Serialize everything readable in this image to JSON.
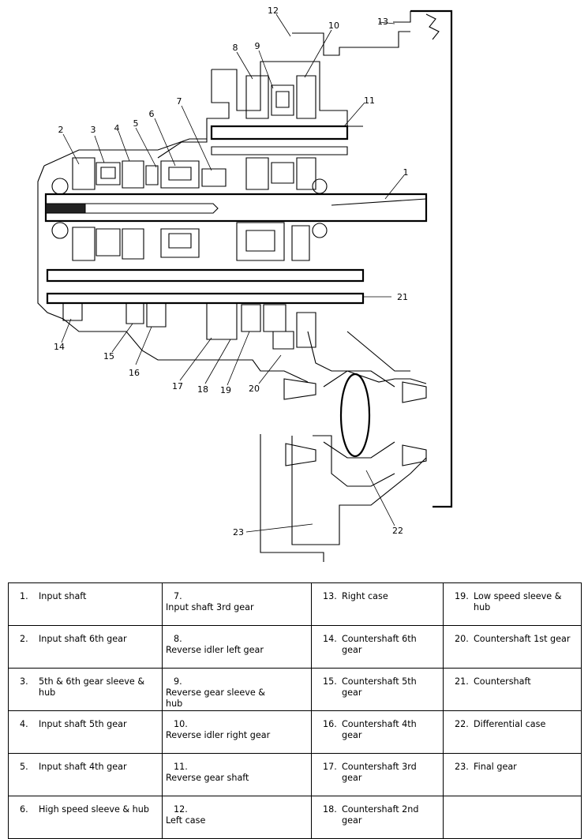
{
  "callouts": [
    "1",
    "2",
    "3",
    "4",
    "5",
    "6",
    "7",
    "8",
    "9",
    "10",
    "11",
    "12",
    "13",
    "14",
    "15",
    "16",
    "17",
    "18",
    "19",
    "20",
    "21",
    "22",
    "23"
  ],
  "legend": [
    [
      {
        "num": "1.",
        "label": "Input shaft"
      },
      {
        "num": "7.",
        "label": "Input shaft 3rd gear"
      },
      {
        "num": "13.",
        "label": "Right case"
      },
      {
        "num": "19.",
        "label": "Low speed sleeve & hub"
      }
    ],
    [
      {
        "num": "2.",
        "label": "Input shaft 6th gear"
      },
      {
        "num": "8.",
        "label": "Reverse idler left gear"
      },
      {
        "num": "14.",
        "label": "Countershaft 6th gear"
      },
      {
        "num": "20.",
        "label": "Countershaft 1st gear"
      }
    ],
    [
      {
        "num": "3.",
        "label": "5th & 6th gear sleeve & hub"
      },
      {
        "num": "9.",
        "label": "Reverse gear sleeve & hub"
      },
      {
        "num": "15.",
        "label": "Countershaft 5th gear"
      },
      {
        "num": "21.",
        "label": "Countershaft"
      }
    ],
    [
      {
        "num": "4.",
        "label": "Input shaft 5th gear"
      },
      {
        "num": "10.",
        "label": "Reverse idler right gear"
      },
      {
        "num": "16.",
        "label": "Countershaft 4th gear"
      },
      {
        "num": "22.",
        "label": "Differential case"
      }
    ],
    [
      {
        "num": "5.",
        "label": "Input shaft 4th gear"
      },
      {
        "num": "11.",
        "label": "Reverse gear shaft"
      },
      {
        "num": "17.",
        "label": "Countershaft 3rd gear"
      },
      {
        "num": "23.",
        "label": "Final gear"
      }
    ],
    [
      {
        "num": "6.",
        "label": "High speed sleeve & hub"
      },
      {
        "num": "12.",
        "label": "Left case"
      },
      {
        "num": "18.",
        "label": "Countershaft 2nd gear"
      },
      {
        "num": "",
        "label": ""
      }
    ]
  ]
}
